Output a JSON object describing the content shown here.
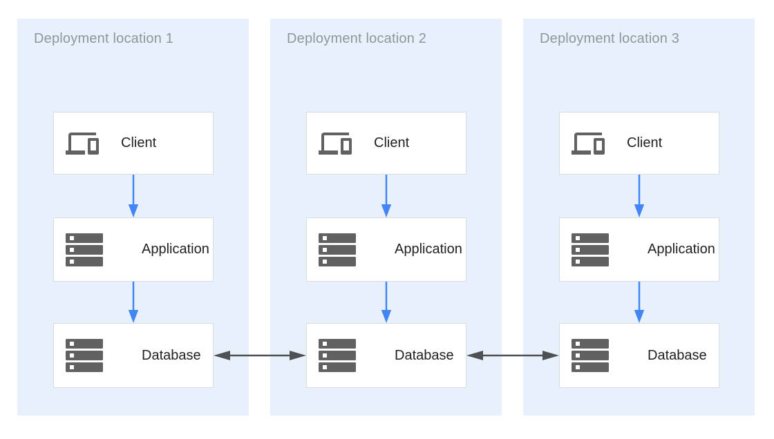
{
  "colors": {
    "panel_bg": "#E8F1FB",
    "box_bg": "#FFFFFF",
    "box_border": "#D9DCE0",
    "title_text": "#8F959B",
    "label_text": "#212121",
    "icon_gray": "#616161",
    "flow_arrow_blue": "#4285F4",
    "sync_arrow_gray": "#4D5154"
  },
  "panels": [
    {
      "title": "Deployment location 1",
      "nodes": [
        {
          "label": "Client",
          "icon": "devices-icon"
        },
        {
          "label": "Application",
          "icon": "server-icon"
        },
        {
          "label": "Database",
          "icon": "server-icon"
        }
      ]
    },
    {
      "title": "Deployment location 2",
      "nodes": [
        {
          "label": "Client",
          "icon": "devices-icon"
        },
        {
          "label": "Application",
          "icon": "server-icon"
        },
        {
          "label": "Database",
          "icon": "server-icon"
        }
      ]
    },
    {
      "title": "Deployment location 3",
      "nodes": [
        {
          "label": "Client",
          "icon": "devices-icon"
        },
        {
          "label": "Application",
          "icon": "server-icon"
        },
        {
          "label": "Database",
          "icon": "server-icon"
        }
      ]
    }
  ],
  "connections": [
    {
      "from": "client",
      "to": "application",
      "type": "flow-down"
    },
    {
      "from": "application",
      "to": "database",
      "type": "flow-down"
    },
    {
      "from": "database-1",
      "to": "database-2",
      "type": "bidirectional-sync"
    },
    {
      "from": "database-2",
      "to": "database-3",
      "type": "bidirectional-sync"
    }
  ]
}
